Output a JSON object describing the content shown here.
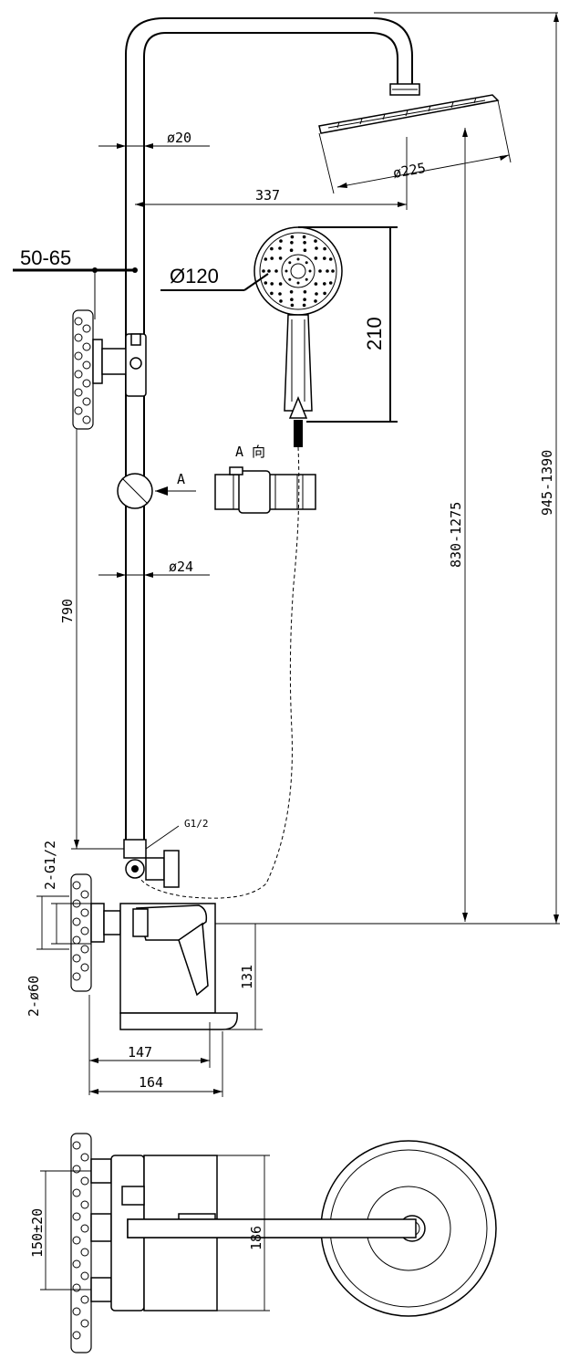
{
  "dimensions": {
    "pipe_diameter": "ø20",
    "head_diameter": "ø225",
    "arm_reach": "337",
    "wall_gap": "50-65",
    "hand_diameter": "Ø120",
    "hand_length": "210",
    "rail_diameter": "ø24",
    "rail_span": "790",
    "mid_height": "830-1275",
    "total_height": "945-1390",
    "outlet_thread": "G1/2",
    "inlet_thread": "2-G1/2",
    "flange_diameter": "2-ø60",
    "spout_height": "131",
    "depth_147": "147",
    "depth_164": "164",
    "centers": "150±20",
    "width": "186"
  },
  "labels": {
    "arrow_a": "A",
    "view_a": "A 向"
  }
}
